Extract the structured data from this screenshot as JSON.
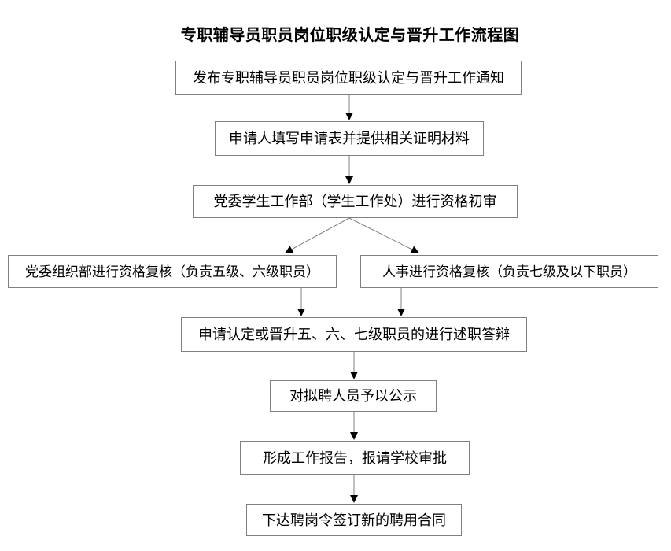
{
  "title": "专职辅导员职员岗位职级认定与晋升工作流程图",
  "colors": {
    "background": "#ffffff",
    "box_border": "#808080",
    "connector_line": "#808080",
    "arrowhead": "#000000",
    "text": "#000000"
  },
  "nodes": [
    {
      "id": "notice",
      "label": "发布专职辅导员职员岗位职级认定与晋升工作通知"
    },
    {
      "id": "apply",
      "label": "申请人填写申请表并提供相关证明材料"
    },
    {
      "id": "initial-review",
      "label": "党委学生工作部（学生工作处）进行资格初审"
    },
    {
      "id": "org-review",
      "label": "党委组织部进行资格复核（负责五级、六级职员）"
    },
    {
      "id": "hr-review",
      "label": "人事进行资格复核（负责七级及以下职员）"
    },
    {
      "id": "defense",
      "label": "申请认定或晋升五、六、七级职员的进行述职答辩"
    },
    {
      "id": "publicity",
      "label": "对拟聘人员予以公示"
    },
    {
      "id": "report",
      "label": "形成工作报告，报请学校审批"
    },
    {
      "id": "contract",
      "label": "下达聘岗令签订新的聘用合同"
    }
  ],
  "edges": [
    {
      "from": "notice",
      "to": "apply"
    },
    {
      "from": "apply",
      "to": "initial-review"
    },
    {
      "from": "initial-review",
      "to": "org-review"
    },
    {
      "from": "initial-review",
      "to": "hr-review"
    },
    {
      "from": "org-review",
      "to": "defense"
    },
    {
      "from": "hr-review",
      "to": "defense"
    },
    {
      "from": "defense",
      "to": "publicity"
    },
    {
      "from": "publicity",
      "to": "report"
    },
    {
      "from": "report",
      "to": "contract"
    }
  ]
}
